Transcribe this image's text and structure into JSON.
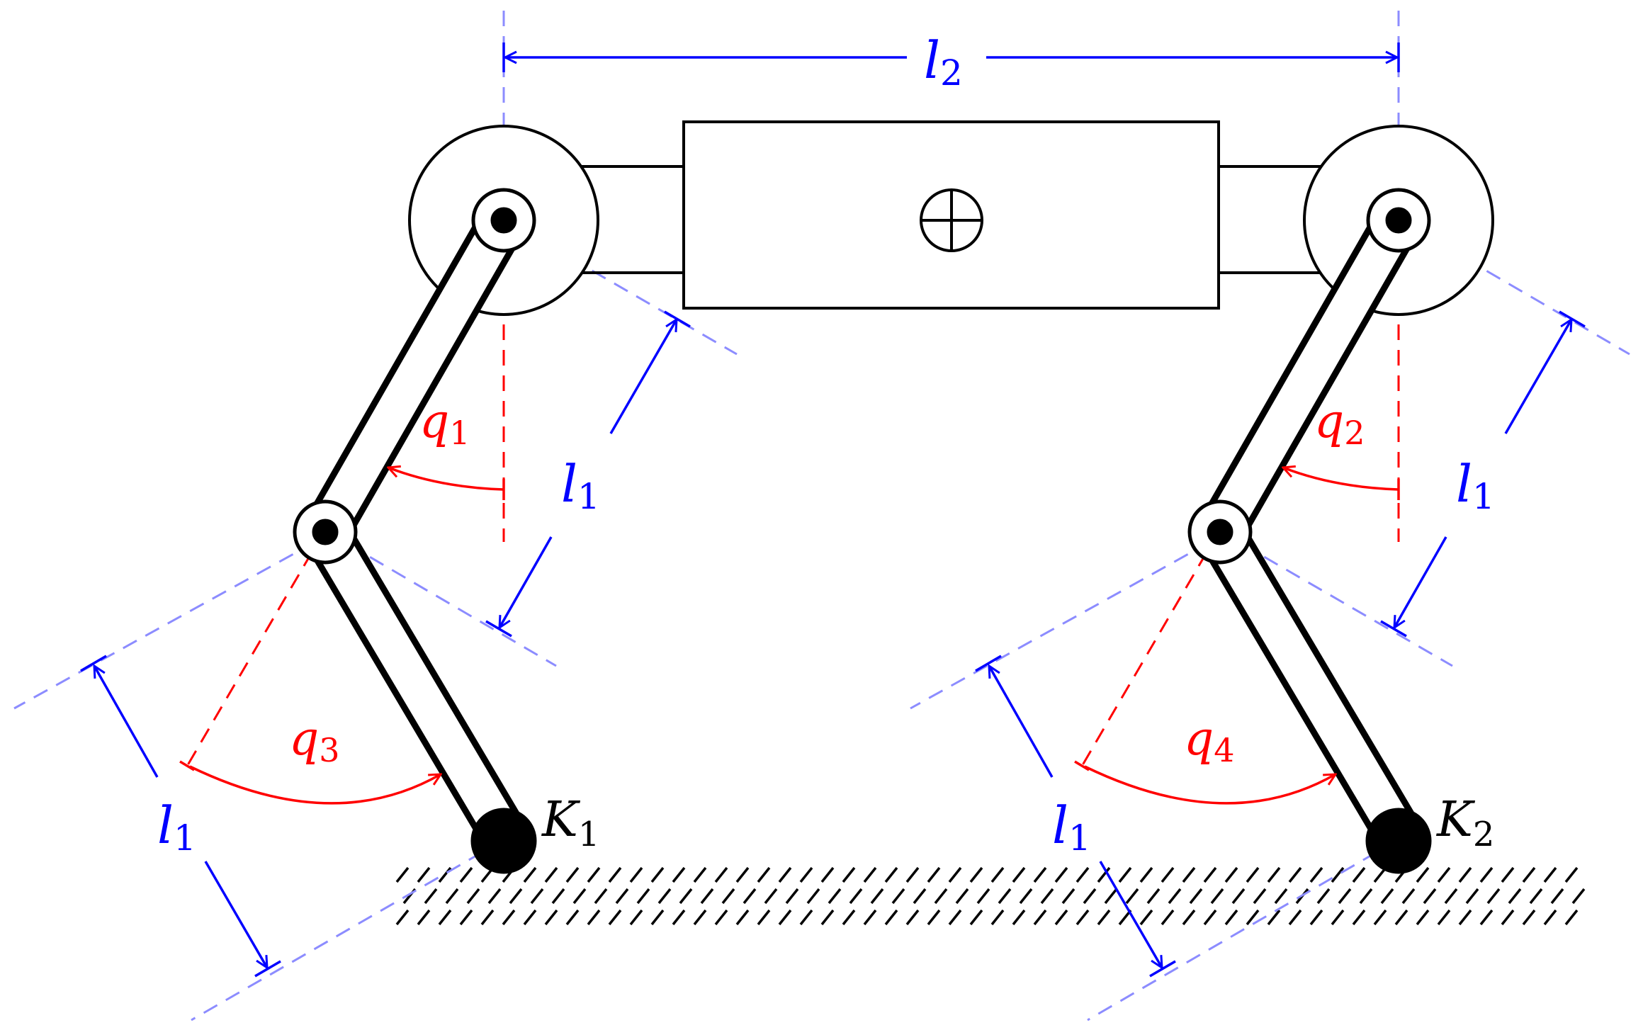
{
  "colors": {
    "ink": "#000000",
    "dimension": "#0000ff",
    "guide": "#8c8cff",
    "angle": "#ff0000"
  },
  "labels": {
    "l2": {
      "main": "l",
      "sub": "2"
    },
    "l1_upper_left": {
      "main": "l",
      "sub": "1"
    },
    "l1_upper_right": {
      "main": "l",
      "sub": "1"
    },
    "l1_lower_left": {
      "main": "l",
      "sub": "1"
    },
    "l1_lower_right": {
      "main": "l",
      "sub": "1"
    },
    "q1": {
      "main": "q",
      "sub": "1"
    },
    "q2": {
      "main": "q",
      "sub": "2"
    },
    "q3": {
      "main": "q",
      "sub": "3"
    },
    "q4": {
      "main": "q",
      "sub": "4"
    },
    "k1": {
      "main": "K",
      "sub": "1"
    },
    "k2": {
      "main": "K",
      "sub": "2"
    }
  },
  "icons": {
    "center_of_mass": "circled-plus-icon",
    "ground": "hatched-ground"
  }
}
